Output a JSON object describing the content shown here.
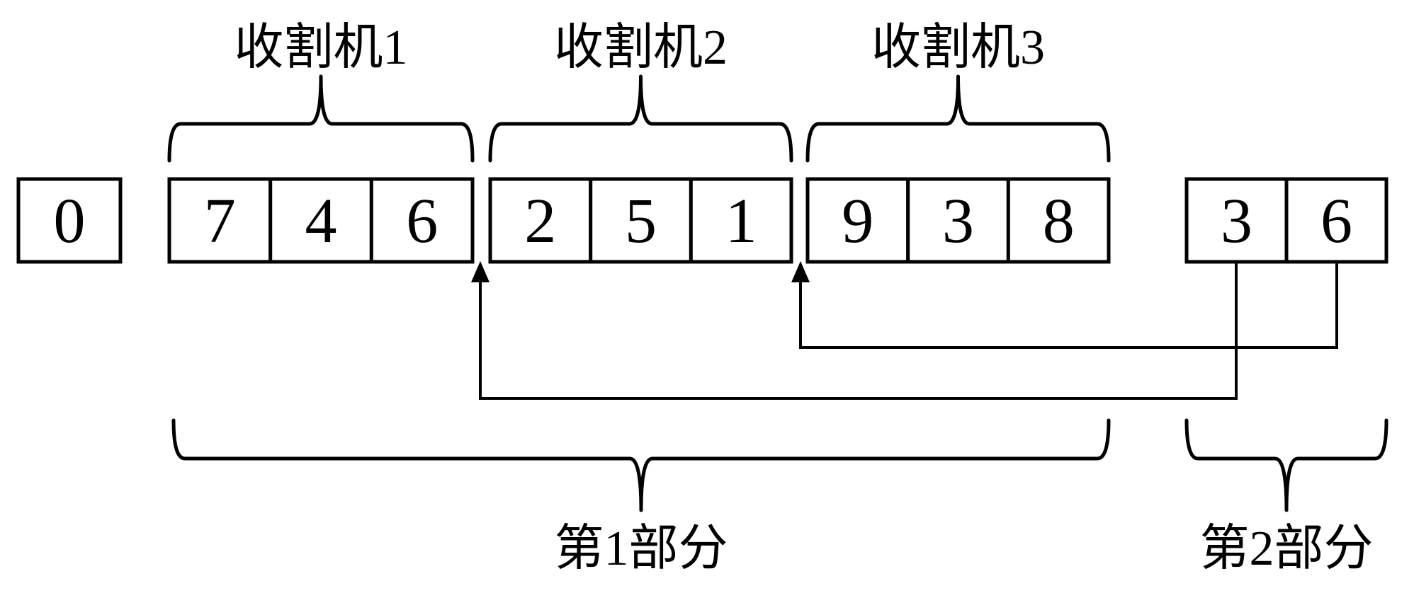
{
  "figure": {
    "background_color": "#ffffff",
    "line_color": "#000000",
    "zero_box": {
      "value": "0"
    },
    "harvesters": [
      {
        "label": "收割机1",
        "cells": [
          "7",
          "4",
          "6"
        ]
      },
      {
        "label": "收割机2",
        "cells": [
          "2",
          "5",
          "1"
        ]
      },
      {
        "label": "收割机3",
        "cells": [
          "9",
          "3",
          "8"
        ]
      }
    ],
    "insert_cells": [
      "3",
      "6"
    ],
    "part_labels": [
      "第1部分",
      "第2部分"
    ]
  }
}
